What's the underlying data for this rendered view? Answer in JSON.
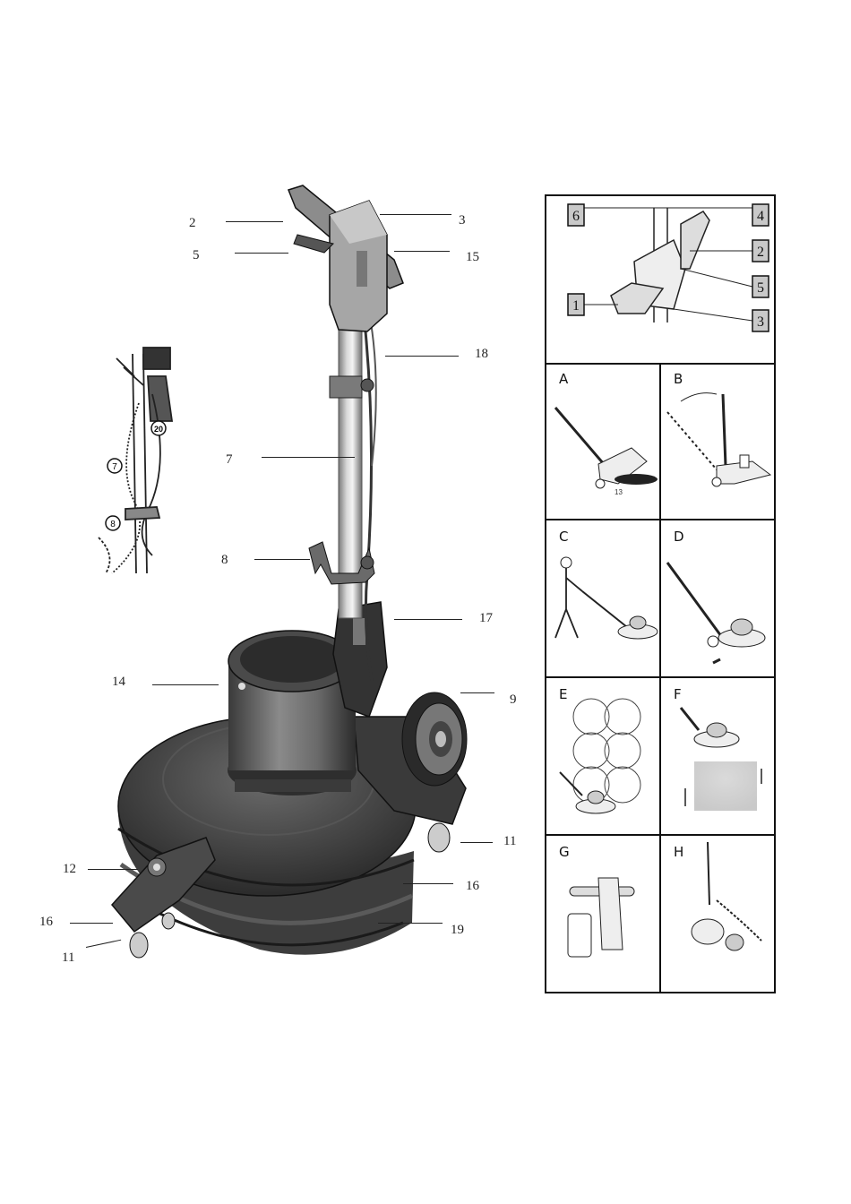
{
  "main_callouts": {
    "c2": "2",
    "c3": "3",
    "c5": "5",
    "c15": "15",
    "c18": "18",
    "c7": "7",
    "c8": "8",
    "c17": "17",
    "c14": "14",
    "c9": "9",
    "c11a": "11",
    "c12": "12",
    "c16a": "16",
    "c16b": "16",
    "c19": "19",
    "c11b": "11"
  },
  "inset_callouts": {
    "i7": "7",
    "i8": "8",
    "i20": "20"
  },
  "handle_detail": {
    "boxes": {
      "b6": "6",
      "b4": "4",
      "b2": "2",
      "b1": "1",
      "b5": "5",
      "b3": "3"
    }
  },
  "panels": {
    "A": "A",
    "B": "B",
    "C": "C",
    "D": "D",
    "E": "E",
    "F": "F",
    "G": "G",
    "H": "H",
    "a_note": "13"
  }
}
